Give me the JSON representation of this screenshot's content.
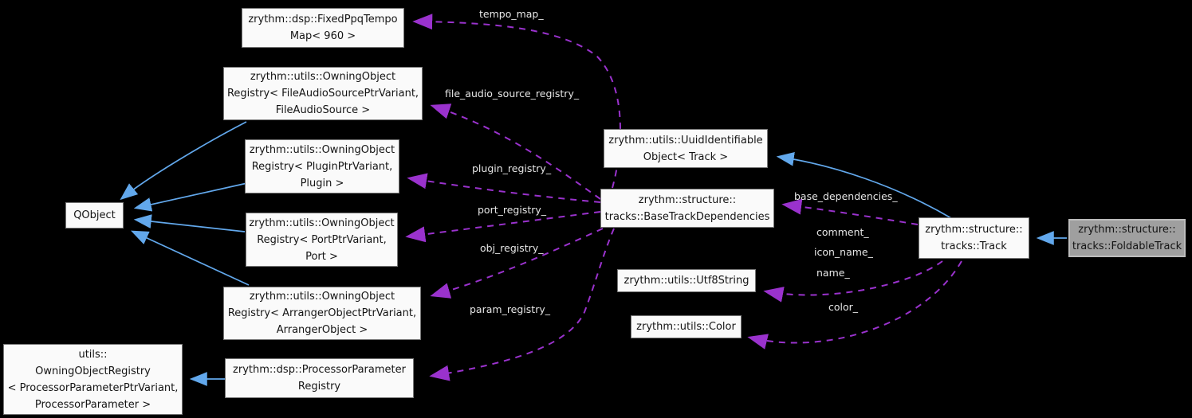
{
  "diagram": {
    "kind": "collaboration-graph",
    "focus_class": "zrythm::structure::tracks::FoldableTrack",
    "colors": {
      "background": "#000000",
      "inheritance_arrow": "#62a8ec",
      "usage_arrow": "#9a32cd",
      "node_fill": "#fafafa",
      "node_border": "#767676",
      "main_node_fill": "#9f9f9f",
      "main_node_border": "#bcbcbc",
      "node_text": "#141414",
      "edge_label_text": "#e6e6e6"
    }
  },
  "nodes": [
    {
      "id": "tempo-map",
      "lines": [
        "zrythm::dsp::FixedPpqTempo",
        "Map< 960 >"
      ]
    },
    {
      "id": "file-audio-registry",
      "lines": [
        "zrythm::utils::OwningObject",
        "Registry< FileAudioSourcePtrVariant,",
        "FileAudioSource >"
      ]
    },
    {
      "id": "plugin-registry",
      "lines": [
        "zrythm::utils::OwningObject",
        "Registry< PluginPtrVariant,",
        "Plugin >"
      ]
    },
    {
      "id": "qobject",
      "lines": [
        "QObject"
      ]
    },
    {
      "id": "port-registry",
      "lines": [
        "zrythm::utils::OwningObject",
        "Registry< PortPtrVariant,",
        "Port >"
      ]
    },
    {
      "id": "arranger-registry",
      "lines": [
        "zrythm::utils::OwningObject",
        "Registry< ArrangerObjectPtrVariant,",
        "ArrangerObject >"
      ]
    },
    {
      "id": "utils-owning-registry",
      "lines": [
        "utils::",
        "OwningObjectRegistry",
        "< ProcessorParameterPtrVariant,",
        "ProcessorParameter >"
      ]
    },
    {
      "id": "processor-param-registry",
      "lines": [
        "zrythm::dsp::ProcessorParameter",
        "Registry"
      ]
    },
    {
      "id": "uuid-identifiable",
      "lines": [
        "zrythm::utils::UuidIdentifiable",
        "Object< Track >"
      ]
    },
    {
      "id": "base-track-dependencies",
      "lines": [
        "zrythm::structure::",
        "tracks::BaseTrackDependencies"
      ]
    },
    {
      "id": "utf8string",
      "lines": [
        "zrythm::utils::Utf8String"
      ]
    },
    {
      "id": "color",
      "lines": [
        "zrythm::utils::Color"
      ]
    },
    {
      "id": "track",
      "lines": [
        "zrythm::structure::",
        "tracks::Track"
      ]
    },
    {
      "id": "foldable-track",
      "lines": [
        "zrythm::structure::",
        "tracks::FoldableTrack"
      ]
    }
  ],
  "edge_labels": [
    {
      "id": "tempo-map",
      "text": "tempo_map_"
    },
    {
      "id": "file-audio-source-registry",
      "text": "file_audio_source_registry_"
    },
    {
      "id": "plugin-registry",
      "text": "plugin_registry_"
    },
    {
      "id": "port-registry",
      "text": "port_registry_"
    },
    {
      "id": "obj-registry",
      "text": "obj_registry_"
    },
    {
      "id": "param-registry",
      "text": "param_registry_"
    },
    {
      "id": "base-dependencies",
      "text": "base_dependencies_"
    },
    {
      "id": "comment",
      "text": "comment_"
    },
    {
      "id": "icon-name",
      "text": "icon_name_"
    },
    {
      "id": "name",
      "text": "name_"
    },
    {
      "id": "color",
      "text": "color_"
    }
  ]
}
